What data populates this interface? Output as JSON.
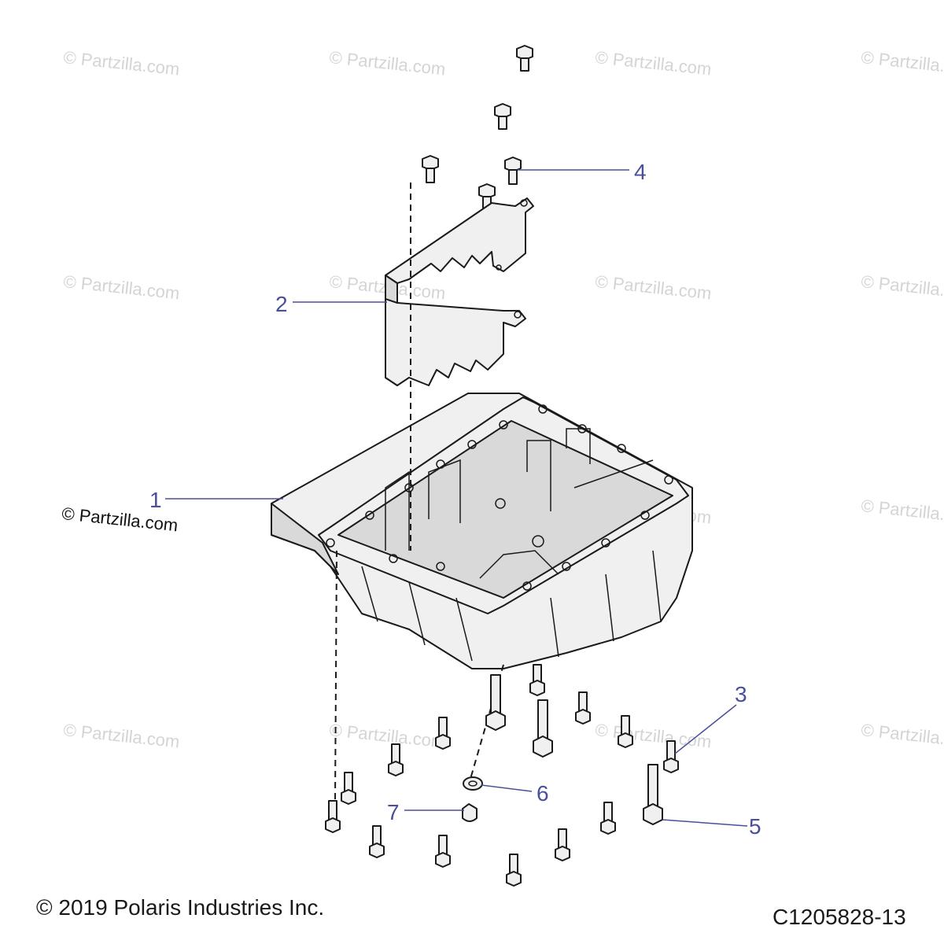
{
  "watermark": {
    "text": "© Partzilla.com"
  },
  "callouts": [
    {
      "number": "1"
    },
    {
      "number": "2"
    },
    {
      "number": "3"
    },
    {
      "number": "4"
    },
    {
      "number": "5"
    },
    {
      "number": "6"
    },
    {
      "number": "7"
    }
  ],
  "footer": {
    "copyright": "© 2019 Polaris Industries Inc.",
    "figure_id": "C1205828-13"
  },
  "colors": {
    "callout": "#4a4f9a",
    "watermark": "#d4d4d4",
    "linework": "#1a1a1a"
  }
}
